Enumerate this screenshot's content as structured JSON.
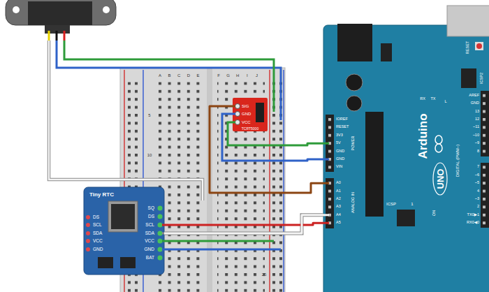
{
  "diagram": {
    "nodes": [
      {
        "text": [
          "A",
          "B",
          "C",
          "D",
          "E",
          "F",
          "G",
          "H",
          "I",
          "J",
          "5",
          "10",
          "25"
        ]
      },
      {
        "text": [
          "SIG",
          "GND",
          "VCC",
          "TCRT5000"
        ],
        "in": 0
      },
      {
        "text": [
          "Tiny RTC",
          "DS",
          "SCL",
          "SDA",
          "VCC",
          "GND",
          "SQ",
          "DS",
          "SCL",
          "SDA",
          "VCC",
          "GND",
          "BAT"
        ]
      },
      {
        "text": [
          "RESET",
          "ICSP2",
          "TX",
          "RX",
          "L",
          "AREF",
          "GND",
          "13",
          "12",
          "~11",
          "~10",
          "~9",
          "8",
          "7",
          "~6",
          "~5",
          "4",
          "~3",
          "2",
          "TX0▶1",
          "RX0◀0",
          "DIGITAL (PWM~)",
          "Arduino",
          "UNO",
          "IOREF",
          "RESET",
          "3V3",
          "5V",
          "GND",
          "GND",
          "VIN",
          "POWER",
          "A0",
          "A1",
          "A2",
          "A3",
          "A4",
          "A5",
          "ANALOG IN",
          "ICSP",
          "1",
          "ON"
        ]
      }
    ],
    "edges": [
      {
        "from": 1,
        "to": 3,
        "arrow": "none"
      },
      {
        "from": 0,
        "to": 3,
        "arrow": "none"
      },
      {
        "from": 0,
        "to": 3,
        "arrow": "none"
      },
      {
        "from": 2,
        "to": 3,
        "arrow": "none"
      },
      {
        "from": 2,
        "to": 3,
        "arrow": "none"
      }
    ]
  }
}
